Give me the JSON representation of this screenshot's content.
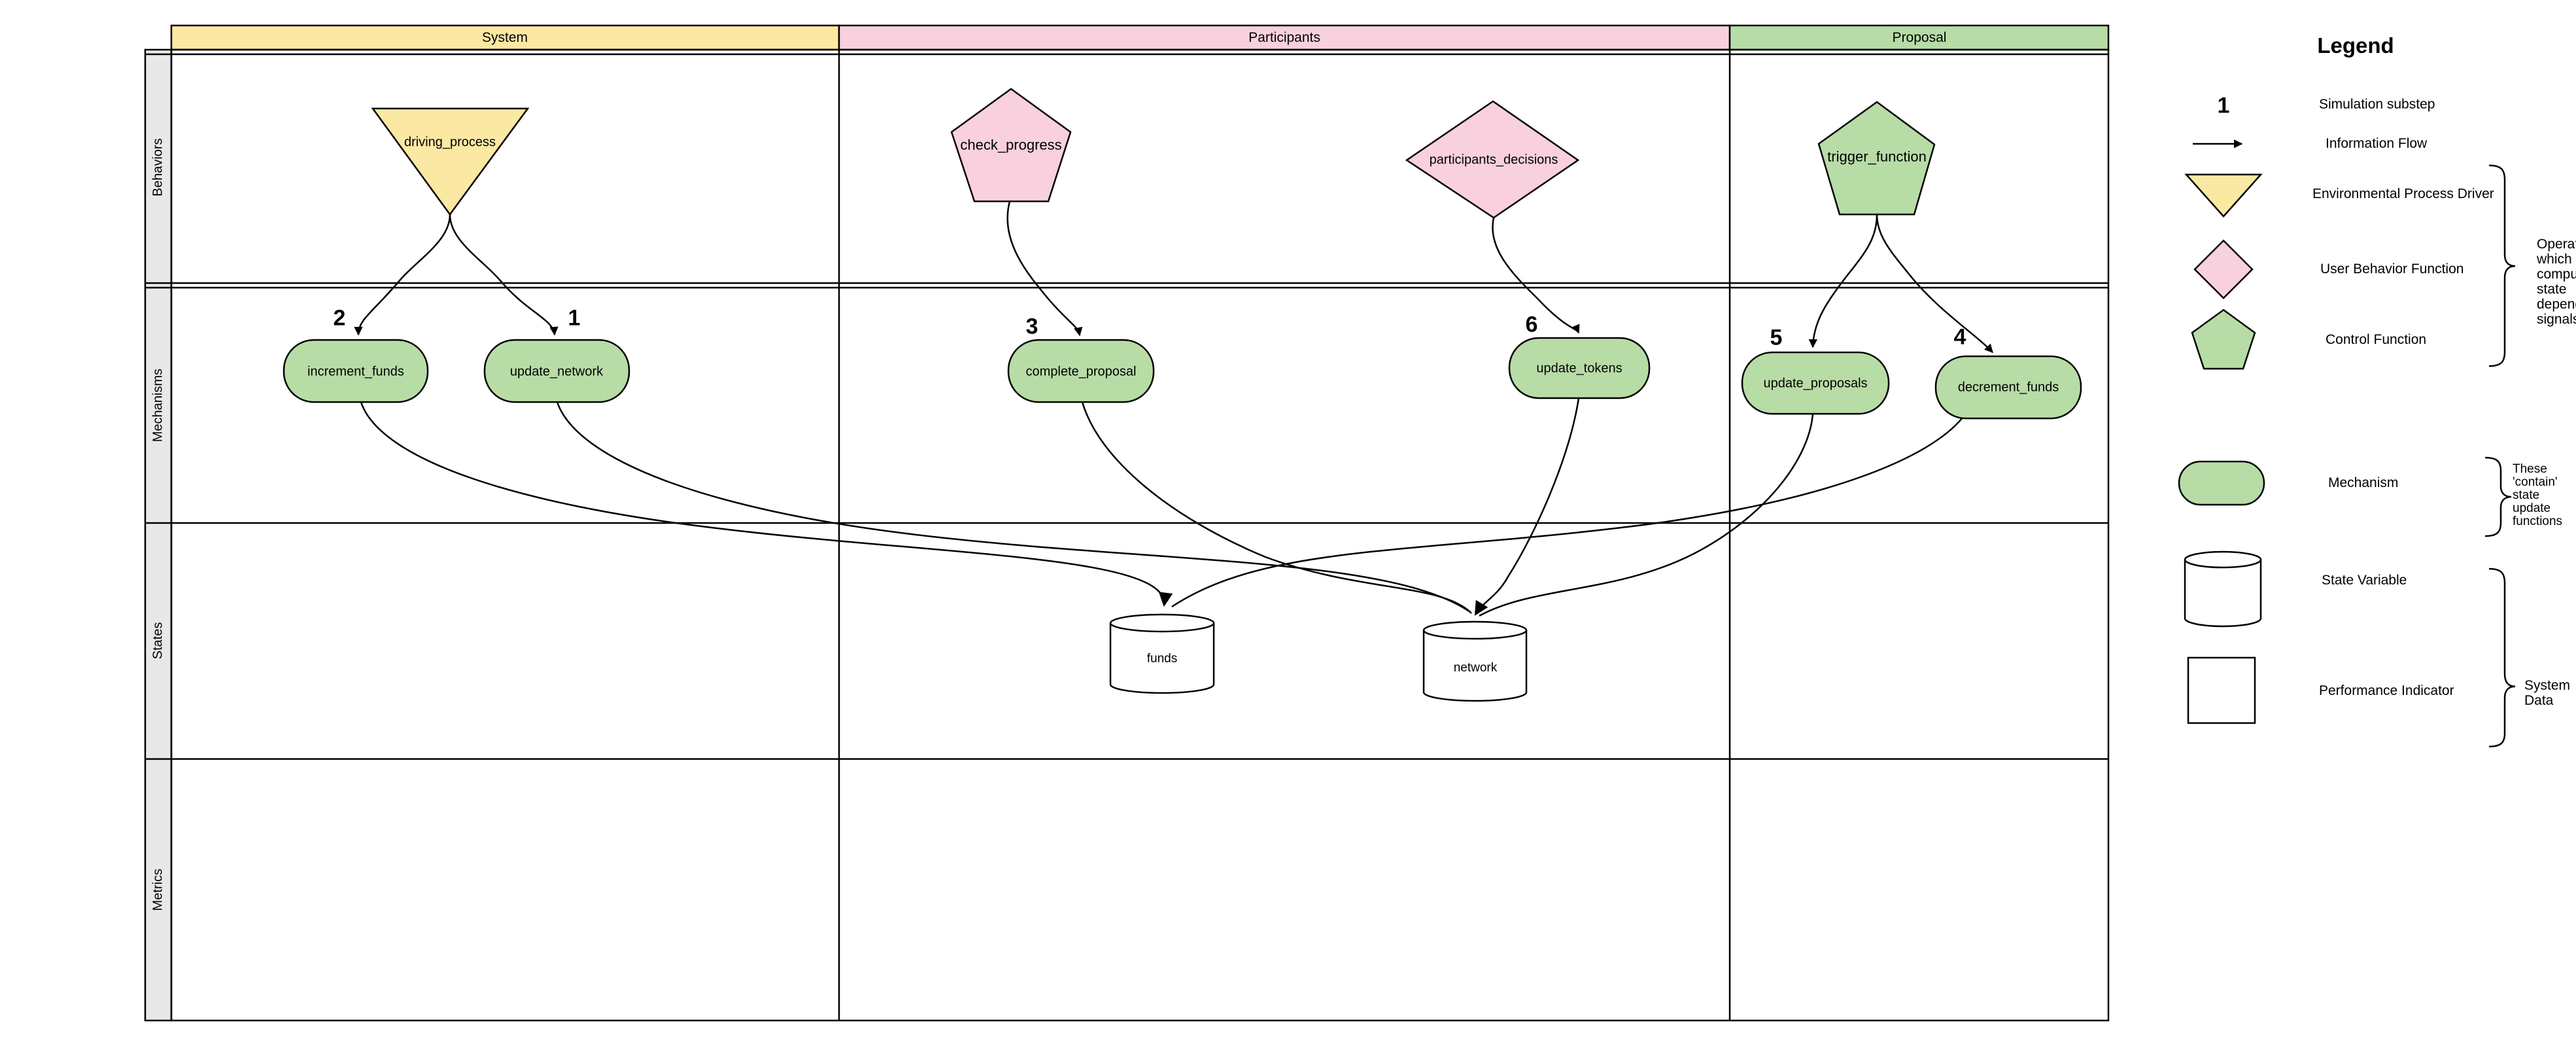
{
  "columns": {
    "system": "System",
    "participants": "Participants",
    "proposal": "Proposal"
  },
  "lanes": {
    "behaviors": "Behaviors",
    "mechanisms": "Mechanisms",
    "states": "States",
    "metrics": "Metrics"
  },
  "nodes": {
    "driving_process": "driving_process",
    "check_progress": "check_progress",
    "participants_decisions": "participants_decisions",
    "trigger_function": "trigger_function",
    "increment_funds": "increment_funds",
    "update_network": "update_network",
    "complete_proposal": "complete_proposal",
    "update_tokens": "update_tokens",
    "update_proposals": "update_proposals",
    "decrement_funds": "decrement_funds",
    "funds": "funds",
    "network": "network"
  },
  "substeps": {
    "increment_funds": "2",
    "update_network": "1",
    "complete_proposal": "3",
    "update_tokens": "6",
    "update_proposals": "5",
    "decrement_funds": "4"
  },
  "edges": [
    {
      "from": "driving_process",
      "to": "increment_funds"
    },
    {
      "from": "driving_process",
      "to": "update_network"
    },
    {
      "from": "check_progress",
      "to": "complete_proposal"
    },
    {
      "from": "participants_decisions",
      "to": "update_tokens"
    },
    {
      "from": "trigger_function",
      "to": "update_proposals"
    },
    {
      "from": "trigger_function",
      "to": "decrement_funds"
    },
    {
      "from": "increment_funds",
      "to": "funds"
    },
    {
      "from": "decrement_funds",
      "to": "funds"
    },
    {
      "from": "update_network",
      "to": "network"
    },
    {
      "from": "complete_proposal",
      "to": "network"
    },
    {
      "from": "update_tokens",
      "to": "network"
    },
    {
      "from": "update_proposals",
      "to": "network"
    }
  ],
  "legend": {
    "title": "Legend",
    "substep_symbol": "1",
    "items": {
      "simulation_substep": "Simulation substep",
      "information_flow": "Information Flow",
      "environmental_process_driver": "Environmental Process Driver",
      "user_behavior_function": "User Behavior Function",
      "control_function": "Control Function",
      "mechanism": "Mechanism",
      "state_variable": "State Variable",
      "performance_indicator": "Performance Indicator"
    },
    "annotations": {
      "operators": [
        "Operators",
        "which",
        "compute",
        "state",
        "dependent",
        "signals"
      ],
      "contain": [
        "These",
        "'contain'",
        "state",
        "update",
        "functions"
      ],
      "system_data": [
        "System",
        "Data"
      ]
    }
  },
  "colors": {
    "system_yellow": "#FBE8A3",
    "participants_pink": "#F8D0DE",
    "proposal_green": "#B8DCA6",
    "lane_label_gray": "#E8E8E8",
    "stroke": "#000000",
    "background": "#FFFFFF"
  }
}
